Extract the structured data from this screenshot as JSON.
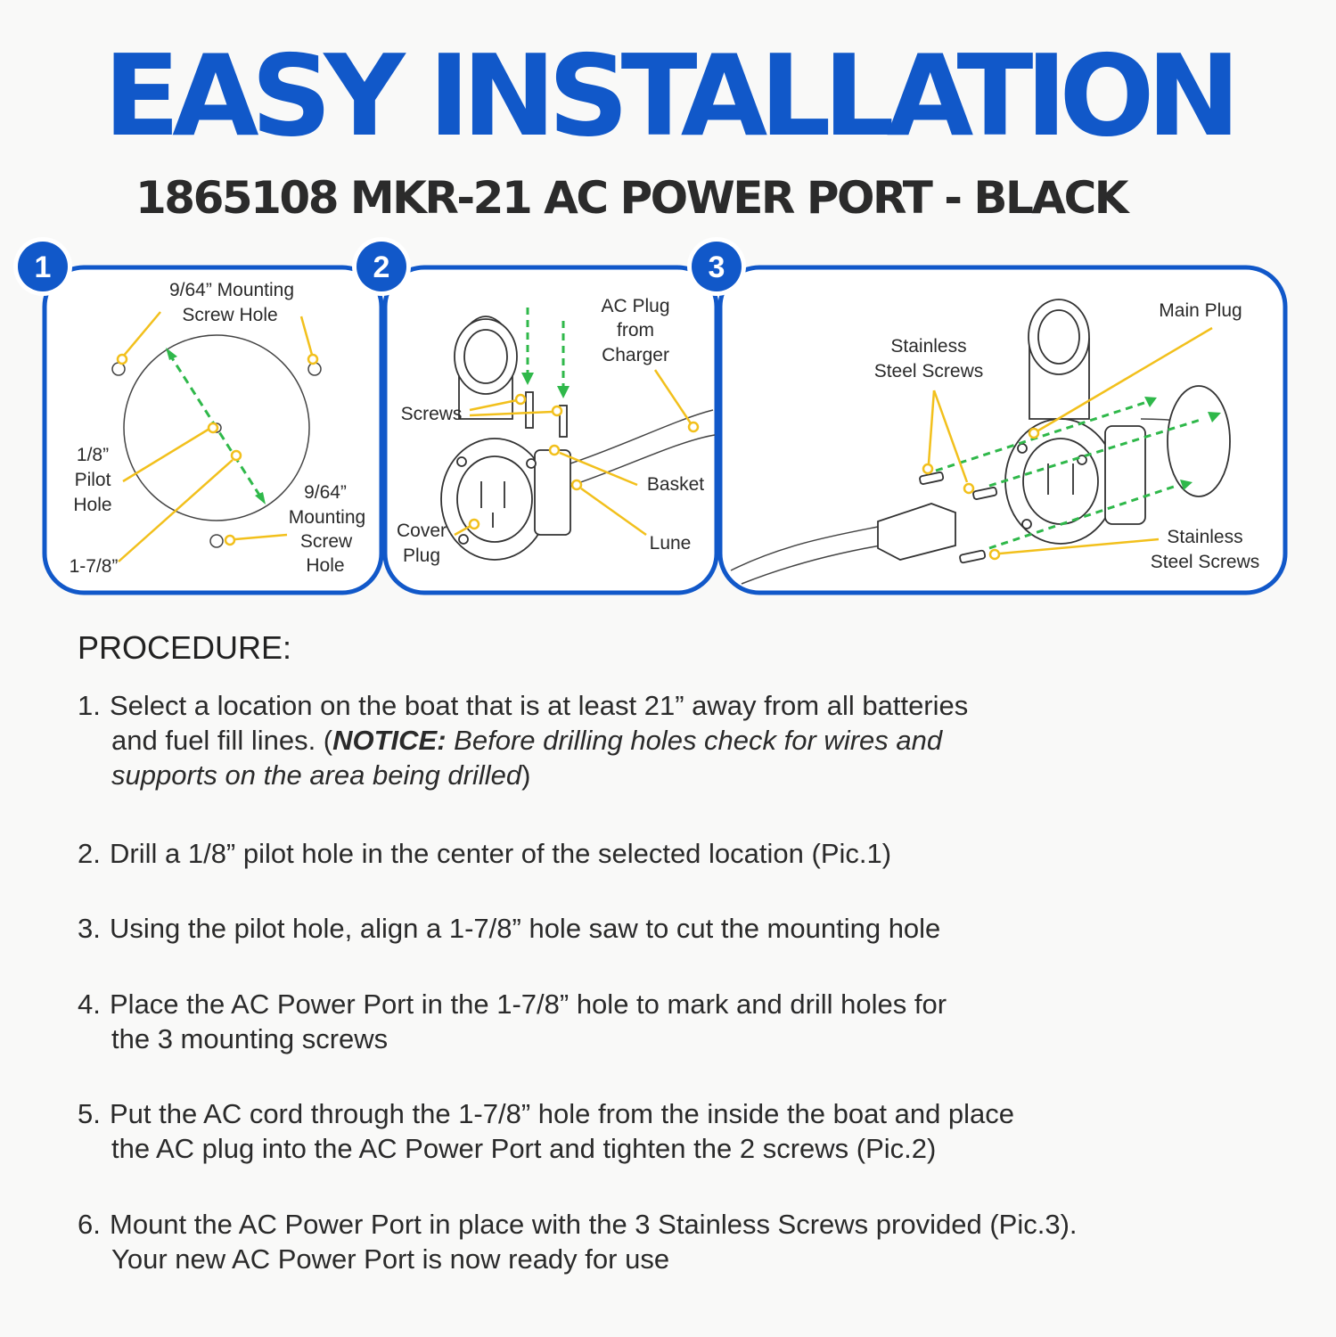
{
  "title": "EASY INSTALLATION",
  "subtitle": "1865108 MKR-21 AC POWER PORT - BLACK",
  "colors": {
    "accent": "#1158c9",
    "callout": "#f2c01c",
    "arrow": "#2fb84a"
  },
  "panels": [
    {
      "badge": "1",
      "labels": {
        "screw_hole_top_1": "9/64” Mounting",
        "screw_hole_top_2": "Screw Hole",
        "pilot_1": "1/8”",
        "pilot_2": "Pilot",
        "pilot_3": "Hole",
        "screw_hole_right_1": "9/64”",
        "screw_hole_right_2": "Mounting",
        "screw_hole_right_3": "Screw",
        "screw_hole_right_4": "Hole",
        "hole_size": "1-7/8”"
      }
    },
    {
      "badge": "2",
      "labels": {
        "ac_plug_1": "AC Plug",
        "ac_plug_2": "from",
        "ac_plug_3": "Charger",
        "screws": "Screws",
        "basket": "Basket",
        "cover_plug_1": "Cover",
        "cover_plug_2": "Plug",
        "lune": "Lune"
      }
    },
    {
      "badge": "3",
      "labels": {
        "main_plug": "Main Plug",
        "ss_screws_top_1": "Stainless",
        "ss_screws_top_2": "Steel Screws",
        "ss_screws_bottom_1": "Stainless",
        "ss_screws_bottom_2": "Steel Screws"
      }
    }
  ],
  "procedure": {
    "heading": "PROCEDURE:",
    "steps": [
      {
        "num": "1.",
        "line1": "Select a location on the boat that is at least 21” away from all batteries",
        "line2_pre": "and fuel fill lines. (",
        "notice_label": "NOTICE:",
        "notice_text_1": " Before drilling holes check for wires and",
        "notice_text_2": "supports on the area being drilled",
        "close": ")"
      },
      {
        "num": "2.",
        "line1": "Drill a 1/8” pilot hole in the center of the selected location (Pic.1)"
      },
      {
        "num": "3.",
        "line1": "Using the pilot hole, align a 1-7/8” hole saw to cut the mounting hole"
      },
      {
        "num": "4.",
        "line1": "Place the AC Power Port in the 1-7/8” hole to mark and drill holes for",
        "line2": "the 3 mounting screws"
      },
      {
        "num": "5.",
        "line1": "Put the AC cord through the 1-7/8” hole from the inside the boat and place",
        "line2": "the AC plug into the AC Power Port and tighten the 2 screws (Pic.2)"
      },
      {
        "num": "6.",
        "line1": "Mount the AC Power Port in place with the 3 Stainless Screws provided (Pic.3).",
        "line2": "Your new AC Power Port is now ready for use"
      }
    ]
  }
}
